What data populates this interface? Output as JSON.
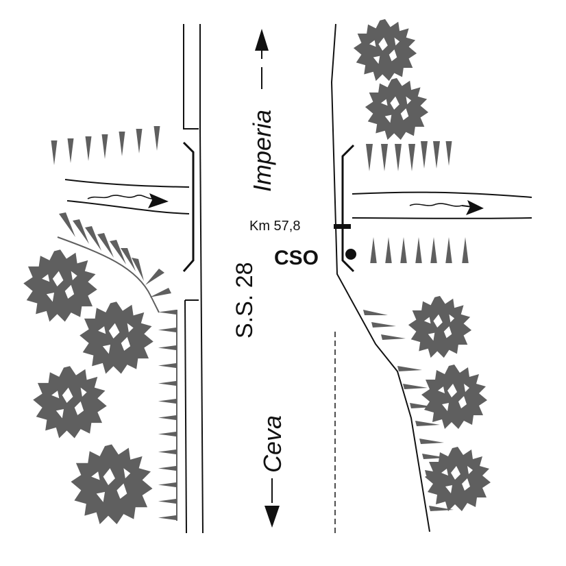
{
  "labels": {
    "north_destination": "Imperia",
    "south_destination": "Ceva",
    "road_name": "S.S. 28",
    "kilometer": "Km 57,8",
    "site_code": "CSO"
  },
  "colors": {
    "line": "#111111",
    "vegetation": "#5f5f5f",
    "background": "#ffffff"
  },
  "icons": [
    "arrow-up-icon",
    "arrow-down-icon",
    "tree-icon",
    "bank-slope-tick-icon",
    "stream-flow-arrow-icon",
    "site-dot-icon"
  ]
}
